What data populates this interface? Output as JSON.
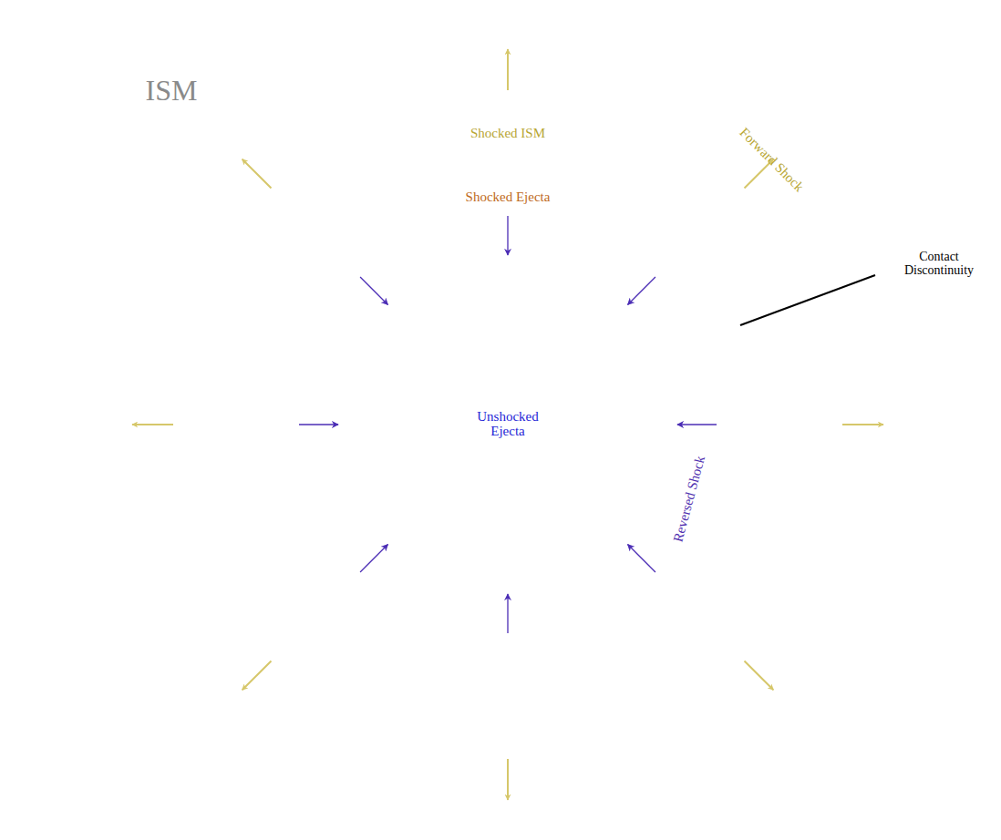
{
  "diagram": {
    "nodes": [
      {
        "text": [
          "ISM"
        ]
      },
      {
        "text": [
          "Shocked ISM",
          "Forward Shock"
        ],
        "in": 0
      },
      {
        "text": [
          "Shocked Ejecta"
        ],
        "in": 1
      },
      {
        "text": [
          "Unshocked Ejecta",
          "Reversed Shock"
        ],
        "in": 2
      }
    ],
    "labels": [
      "Contact Discontinuity"
    ]
  }
}
